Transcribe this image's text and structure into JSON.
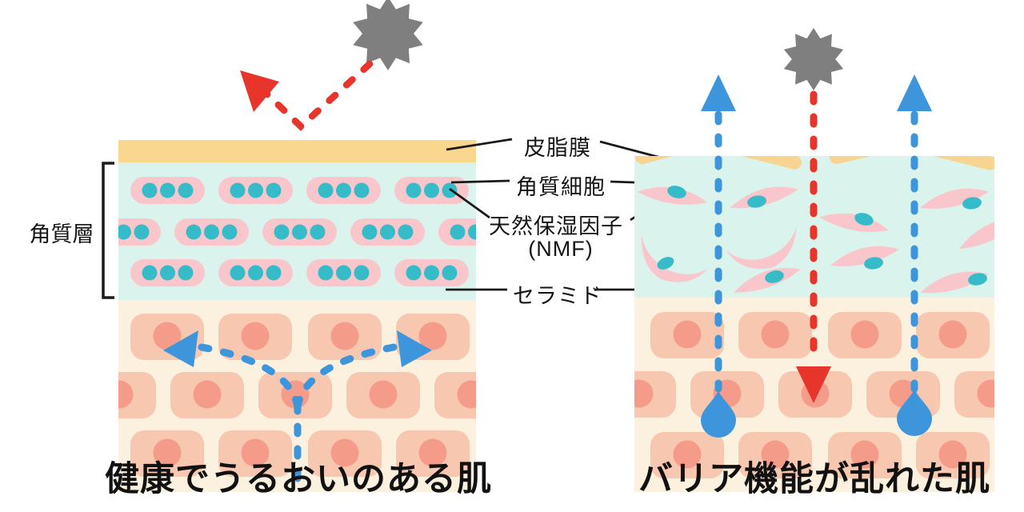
{
  "title": "skin barrier comparison diagram",
  "labels": {
    "sebum_film": "皮脂膜",
    "corneocyte": "角質細胞",
    "nmf": "天然保湿因子",
    "nmf_abbr": "(NMF)",
    "ceramide": "セラミド",
    "stratum_corneum": "角質層"
  },
  "captions": {
    "left": "健康でうるおいのある肌",
    "right": "バリア機能が乱れた肌"
  },
  "icons": {
    "left_sun": "sun-burst-icon (external stimulus)",
    "left_red_arrow": "reflected-stimulus-dashed-arrow",
    "left_blue_arrows": "moisture-retained-dashed-arrows",
    "right_sun": "sun-burst-icon (external stimulus)",
    "right_red_arrow": "penetrating-stimulus-dashed-arrow",
    "right_blue_arrows": "moisture-evaporating-dashed-arrows",
    "right_droplets": "water-droplet-icons"
  },
  "colors": {
    "sebum_yellow": "#FAD78F",
    "stratum_mint": "#DAF4ED",
    "corneocyte_pink": "#F9C6CB",
    "nmf_teal": "#35BCC8",
    "inner_skin_cream": "#FCF0DE",
    "skin_cell_salmon": "#F8C7AF",
    "skin_nucleus": "#F59B8A",
    "arrow_blue": "#3D96DB",
    "arrow_red": "#E8352C",
    "sun_gray": "#7F7F7F",
    "line_black": "#1A1A1A"
  }
}
